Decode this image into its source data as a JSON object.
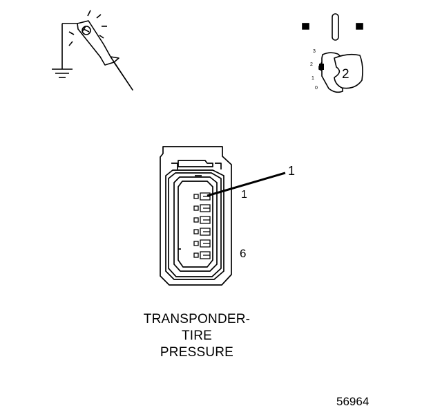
{
  "caption": {
    "line1": "TRANSPONDER-",
    "line2": "TIRE",
    "line3": "PRESSURE"
  },
  "callout_label": "1",
  "pin_labels": {
    "first": "1",
    "last": "6"
  },
  "ignition_key": {
    "positions": [
      "3",
      "2",
      "1",
      "0"
    ],
    "selected_position": "2",
    "key_number": "2"
  },
  "figure_id": "56964",
  "connector": {
    "cavity_count": 6
  }
}
